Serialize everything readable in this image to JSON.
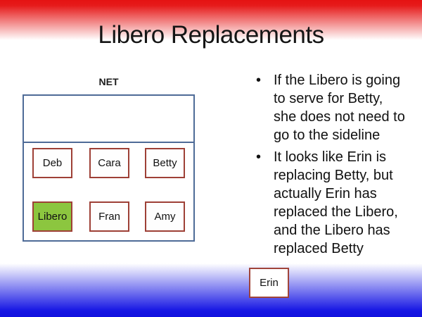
{
  "slide": {
    "title": "Libero Replacements"
  },
  "court": {
    "net_label": "NET",
    "front_row": [
      {
        "label": "Deb"
      },
      {
        "label": "Cara"
      },
      {
        "label": "Betty"
      }
    ],
    "back_row": [
      {
        "label": "Libero",
        "highlighted": true
      },
      {
        "label": "Fran"
      },
      {
        "label": "Amy"
      }
    ]
  },
  "bullet_char": "•",
  "bullets": [
    {
      "text": "If the Libero is going\nto serve for Betty,\nshe does not need to\ngo to the sideline"
    },
    {
      "text": "It looks like Erin is\nreplacing Betty, but\nactually Erin has\nreplaced the Libero,\nand the Libero has\nreplaced Betty"
    }
  ],
  "sideline": {
    "player": "Erin"
  },
  "colors": {
    "top_banner_red": "#e51212",
    "bottom_banner_blue": "#1414e0",
    "court_border": "#4e6b97",
    "player_box_border": "#9e4036",
    "libero_fill": "#8cc63f"
  }
}
